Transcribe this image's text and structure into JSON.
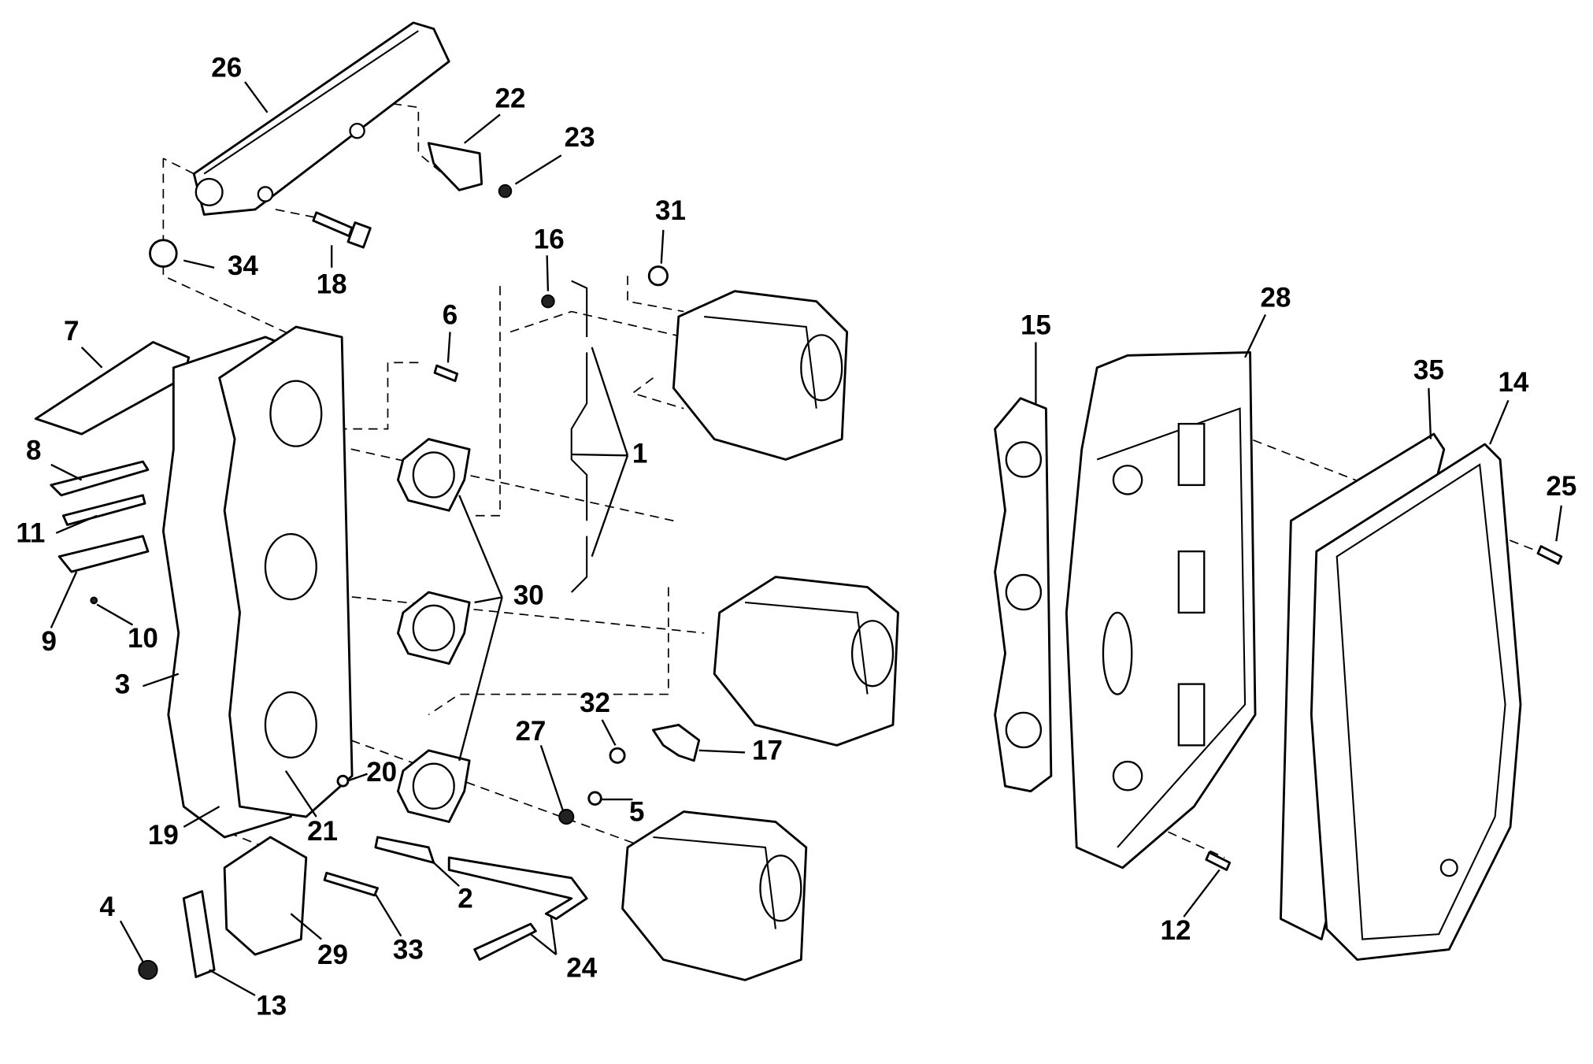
{
  "diagram": {
    "labels": {
      "p1": "1",
      "p2": "2",
      "p3": "3",
      "p4": "4",
      "p5": "5",
      "p6": "6",
      "p7": "7",
      "p8": "8",
      "p9": "9",
      "p10": "10",
      "p11": "11",
      "p12": "12",
      "p13": "13",
      "p14": "14",
      "p15": "15",
      "p16": "16",
      "p17": "17",
      "p18": "18",
      "p19": "19",
      "p20": "20",
      "p21": "21",
      "p22": "22",
      "p23": "23",
      "p24": "24",
      "p25": "25",
      "p26": "26",
      "p27": "27",
      "p28": "28",
      "p29": "29",
      "p30": "30",
      "p31": "31",
      "p32": "32",
      "p33": "33",
      "p34": "34",
      "p35": "35"
    }
  }
}
